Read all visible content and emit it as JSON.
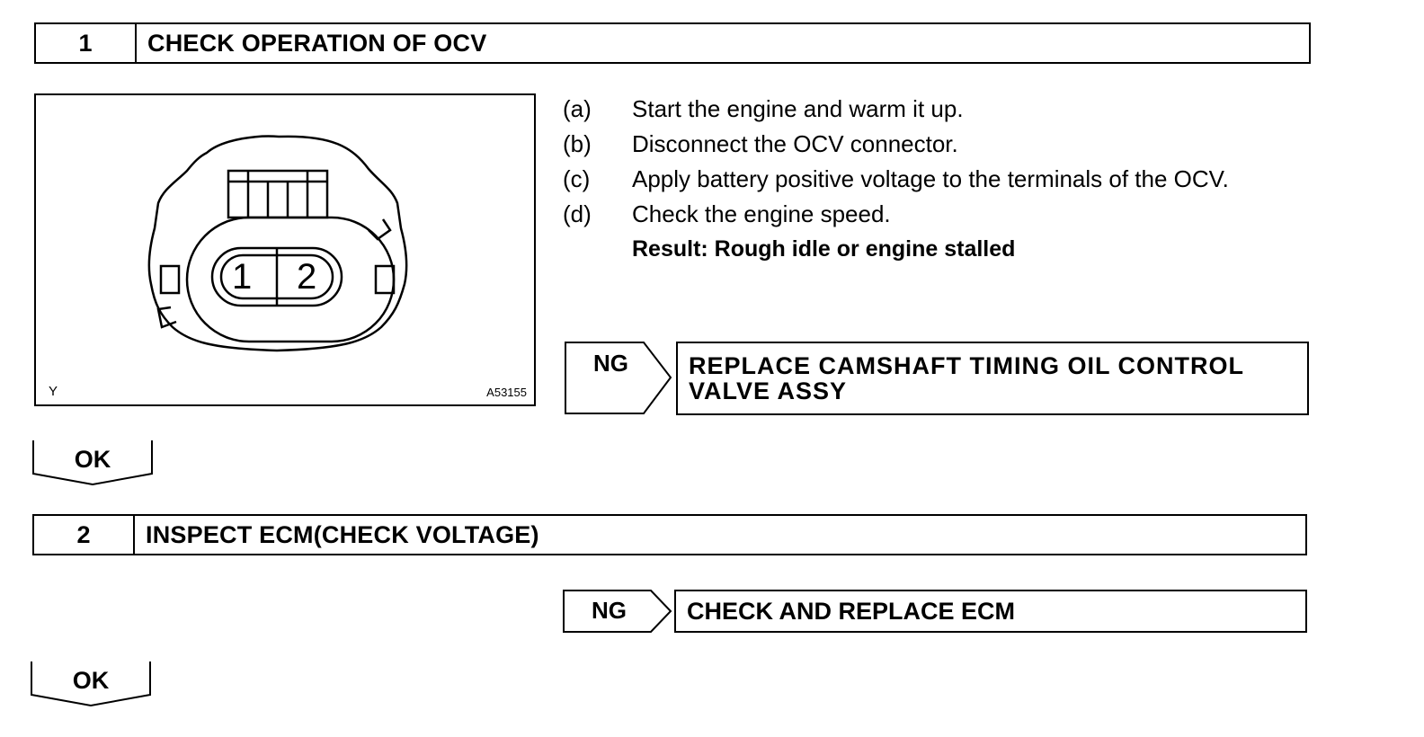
{
  "step1": {
    "number": "1",
    "title": "CHECK OPERATION OF OCV"
  },
  "figure": {
    "pin1": "1",
    "pin2": "2",
    "code_left": "Y",
    "code_right": "A53155"
  },
  "procedure": {
    "items": [
      {
        "letter": "(a)",
        "text": "Start the engine and warm it up."
      },
      {
        "letter": "(b)",
        "text": "Disconnect the OCV connector."
      },
      {
        "letter": "(c)",
        "text": "Apply battery positive voltage to the terminals of the OCV."
      },
      {
        "letter": "(d)",
        "text": "Check the engine speed."
      }
    ],
    "result": "Result: Rough idle or engine stalled"
  },
  "ng1": {
    "label": "NG",
    "action_line1": "REPLACE CAMSHAFT TIMING OIL CONTROL",
    "action_line2": "VALVE ASSY"
  },
  "ok1": {
    "label": "OK"
  },
  "step2": {
    "number": "2",
    "title": "INSPECT ECM(CHECK VOLTAGE)"
  },
  "ng2": {
    "label": "NG",
    "action": "CHECK AND REPLACE ECM"
  },
  "ok2": {
    "label": "OK"
  }
}
